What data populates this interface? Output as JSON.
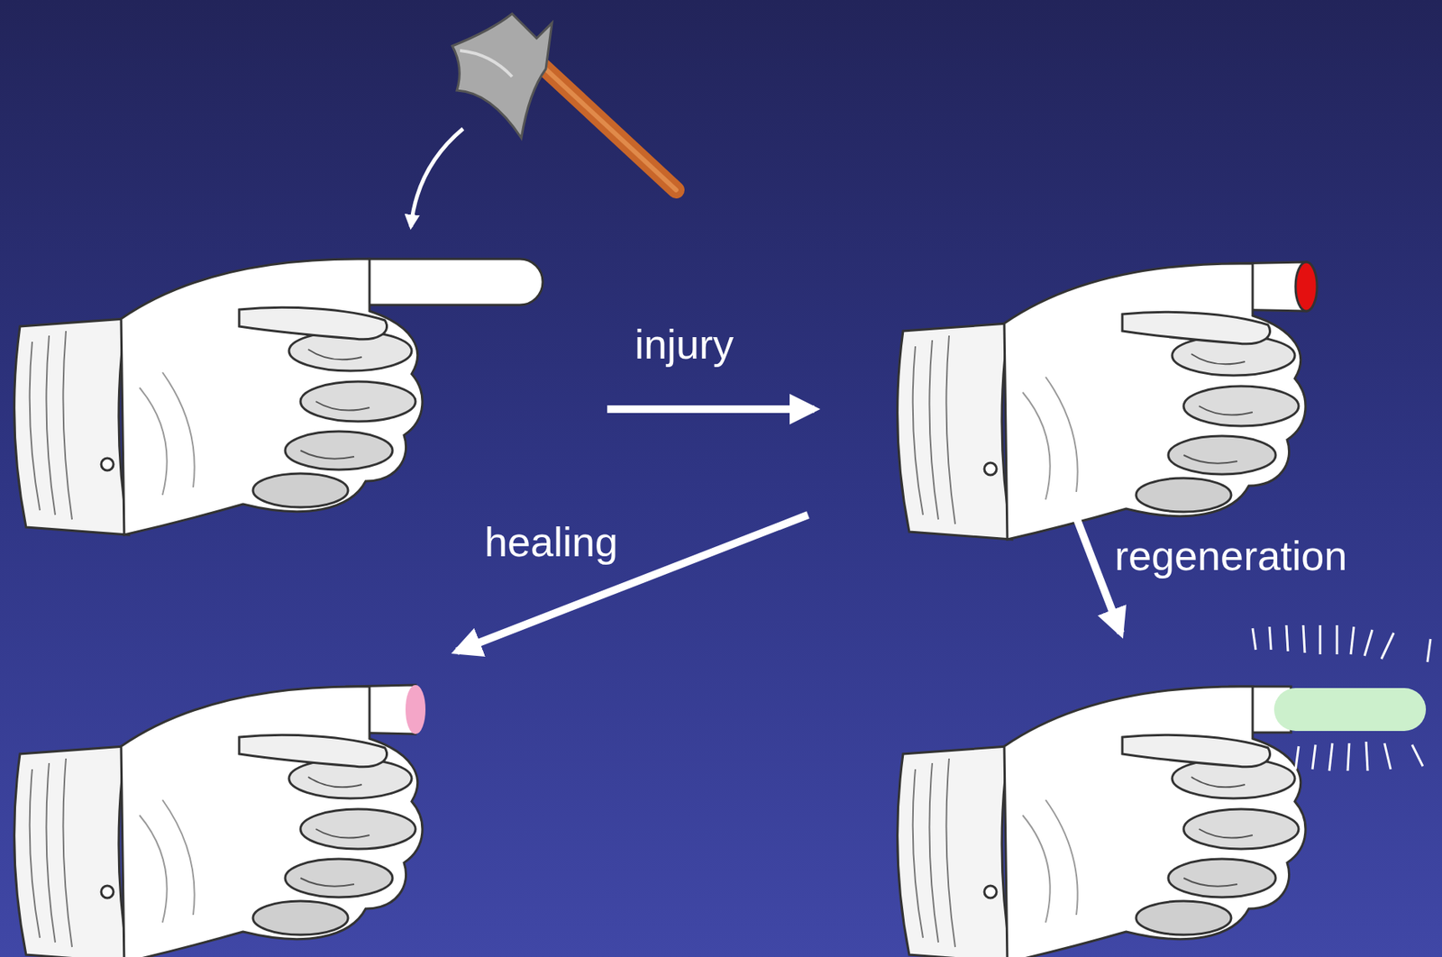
{
  "diagram": {
    "labels": [
      "injury",
      "healing",
      "regeneration"
    ]
  }
}
